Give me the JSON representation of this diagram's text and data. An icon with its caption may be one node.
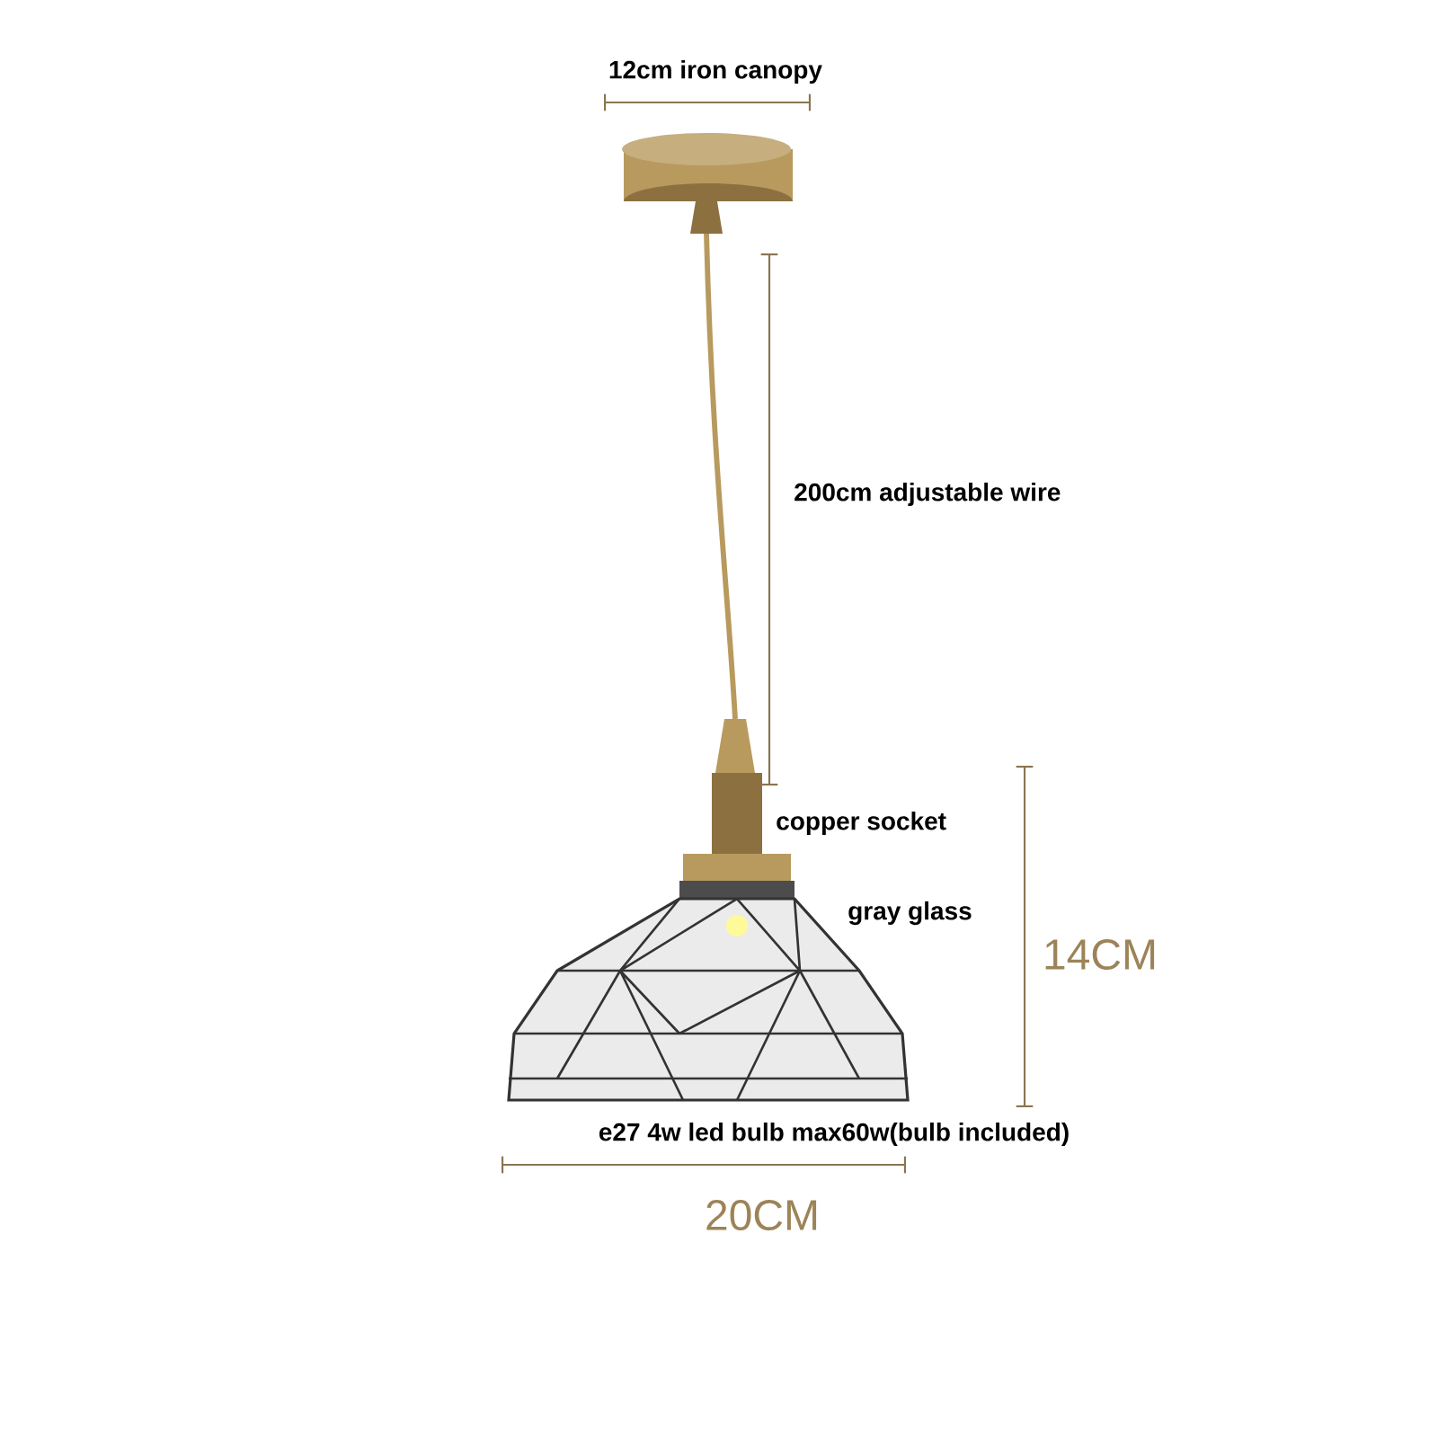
{
  "diagram": {
    "labels": [
      "12cm iron canopy",
      "200cm adjustable wire",
      "copper socket",
      "gray glass",
      "14CM",
      "e27 4w led bulb max60w(bulb included)",
      "20CM"
    ]
  }
}
